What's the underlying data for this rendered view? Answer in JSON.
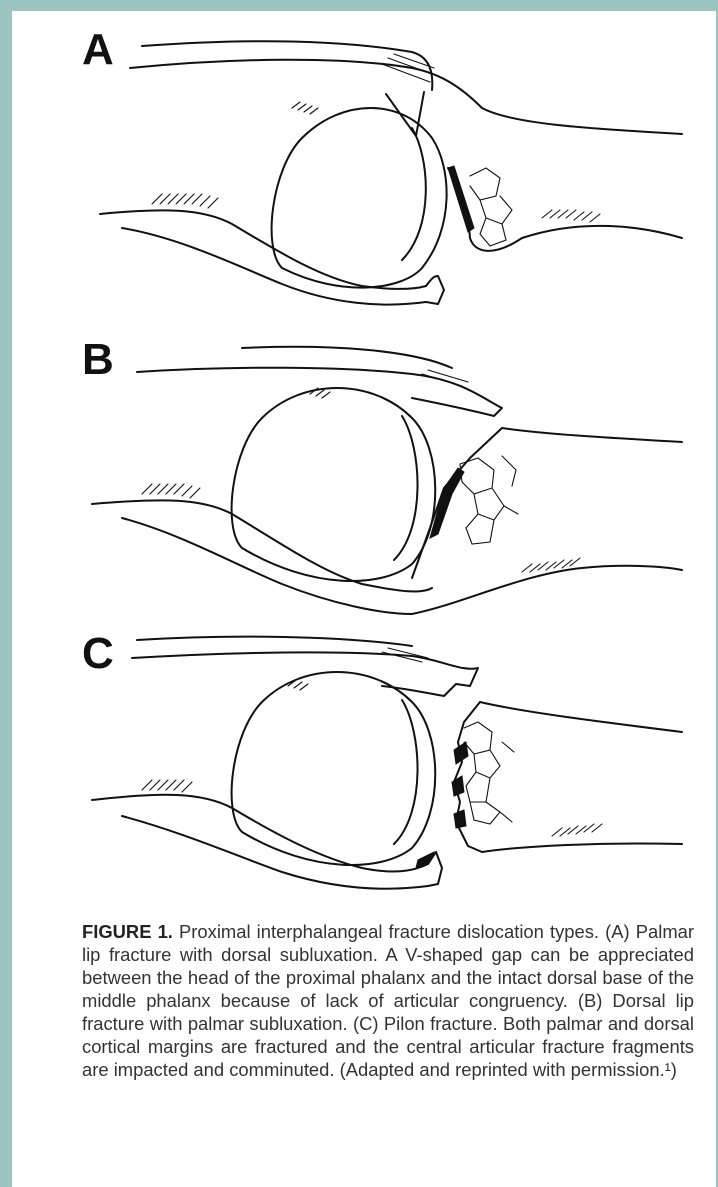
{
  "figure": {
    "panels": [
      {
        "letter": "A"
      },
      {
        "letter": "B"
      },
      {
        "letter": "C"
      }
    ],
    "caption": {
      "label": "FIGURE 1.",
      "text": "Proximal interphalangeal fracture dislocation types. (A) Palmar lip fracture with dorsal subluxation. A V-shaped gap can be appreciated between the head of the proximal phalanx and the intact dorsal base of the middle phalanx because of lack of articular congruency. (B) Dorsal lip fracture with palmar subluxation. (C) Pilon fracture. Both palmar and dorsal cortical margins are fractured and the central articular fracture fragments are impacted and comminuted. (Adapted and reprinted with permission.¹)"
    }
  },
  "colors": {
    "frame": "#9cc5c2",
    "ink": "#111111",
    "caption_text": "#333333"
  }
}
